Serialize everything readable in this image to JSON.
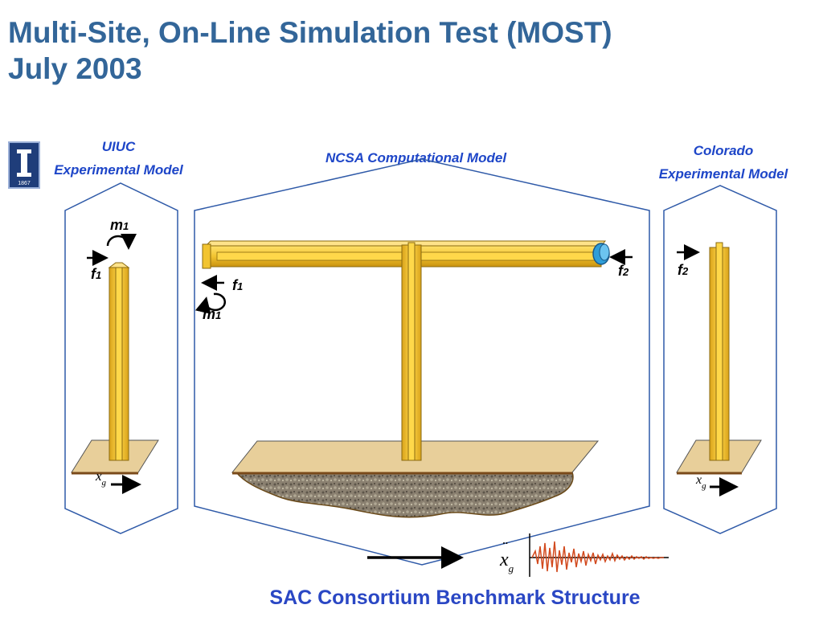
{
  "title_lines": [
    "Multi-Site, On-Line Simulation Test (MOST)",
    "July 2003"
  ],
  "panels": {
    "uiuc": {
      "line1": "UIUC",
      "line2": "Experimental Model"
    },
    "ncsa": {
      "label": "NCSA Computational Model"
    },
    "colorado": {
      "line1": "Colorado",
      "line2": "Experimental Model"
    }
  },
  "logo": {
    "text": "1867",
    "icon": "university-seal-icon"
  },
  "symbols": {
    "m": "m",
    "f": "f",
    "one": "1",
    "two": "2",
    "x": "x",
    "g": "g",
    "ddot": "¨"
  },
  "footer": "SAC Consortium Benchmark Structure",
  "colors": {
    "title": "#336699",
    "caption": "#1e46c8",
    "steel": "#f2c430",
    "outline": "#2f5aa8",
    "base": "#e8cf9a",
    "signal": "#d24a1e"
  }
}
